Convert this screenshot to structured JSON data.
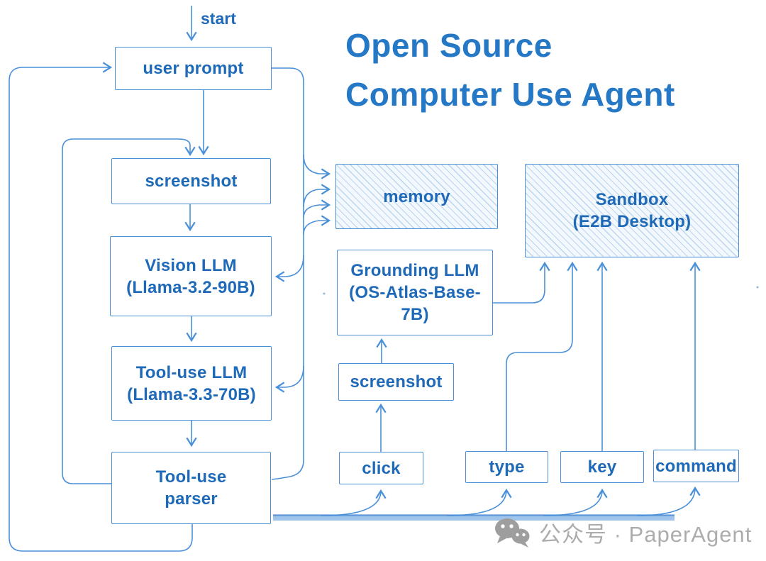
{
  "title": {
    "line1": "Open Source",
    "line2": "Computer Use Agent"
  },
  "start_label": "start",
  "nodes": {
    "user_prompt": {
      "label": "user prompt"
    },
    "screenshot_left": {
      "label": "screenshot"
    },
    "vision_llm": {
      "line1": "Vision LLM",
      "line2": "(Llama-3.2-90B)"
    },
    "tool_use_llm": {
      "line1": "Tool-use LLM",
      "line2": "(Llama-3.3-70B)"
    },
    "tool_use_parser": {
      "line1": "Tool-use",
      "line2": "parser"
    },
    "memory": {
      "label": "memory"
    },
    "sandbox": {
      "line1": "Sandbox",
      "line2": "(E2B Desktop)"
    },
    "grounding_llm": {
      "line1": "Grounding LLM",
      "line2": "(OS-Atlas-Base-7B)"
    },
    "screenshot_mid": {
      "label": "screenshot"
    },
    "click": {
      "label": "click"
    },
    "type": {
      "label": "type"
    },
    "key": {
      "label": "key"
    },
    "command": {
      "label": "command"
    }
  },
  "watermark": {
    "icon": "wechat-icon",
    "text": "公众号 · PaperAgent"
  },
  "colors": {
    "title_blue": "#2478c6",
    "node_text_blue": "#1e6ab8",
    "line_blue": "#4a90d9",
    "thick_bus_fill": "#9fc4ec",
    "hatch_background": "#f3f8fd",
    "hatch_stripe": "#a9c9ea",
    "watermark_gray": "#adadad",
    "background": "#ffffff"
  }
}
